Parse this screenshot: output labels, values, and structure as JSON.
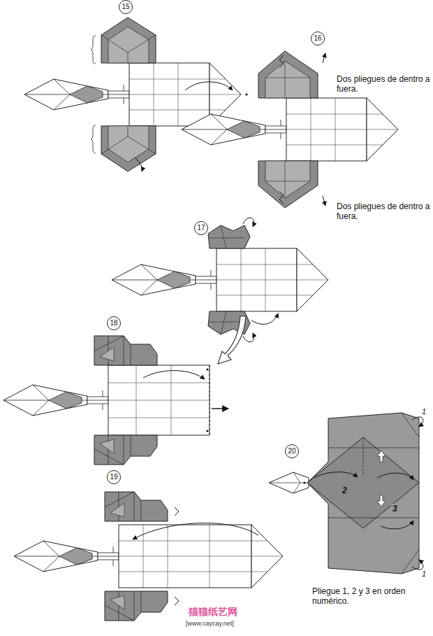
{
  "diagram": {
    "nodes": [
      {
        "text": [
          "15"
        ]
      },
      {
        "text": [
          "16"
        ]
      },
      {
        "text": [
          "17"
        ]
      },
      {
        "text": [
          "18"
        ]
      },
      {
        "text": [
          "19"
        ]
      },
      {
        "text": [
          "20"
        ]
      }
    ],
    "labels": [
      "Dos pliegues de dentro a fuera.",
      "Dos pliegues de dentro a fuera.",
      "1",
      "2",
      "3",
      "1",
      "Pliegue 1, 2 y 3 en orden numérico.",
      "猫猫纸艺网",
      "[www.caycay.net]"
    ]
  }
}
